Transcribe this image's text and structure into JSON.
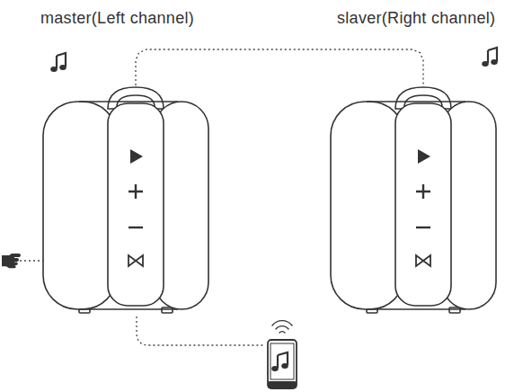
{
  "diagram": {
    "nodes": [
      {
        "text": [
          "master(Left channel)"
        ]
      },
      {
        "text": [
          "slaver(Right channel)"
        ]
      }
    ],
    "edges": [
      {
        "from": 0,
        "to": 1,
        "arrow": "none"
      }
    ]
  }
}
